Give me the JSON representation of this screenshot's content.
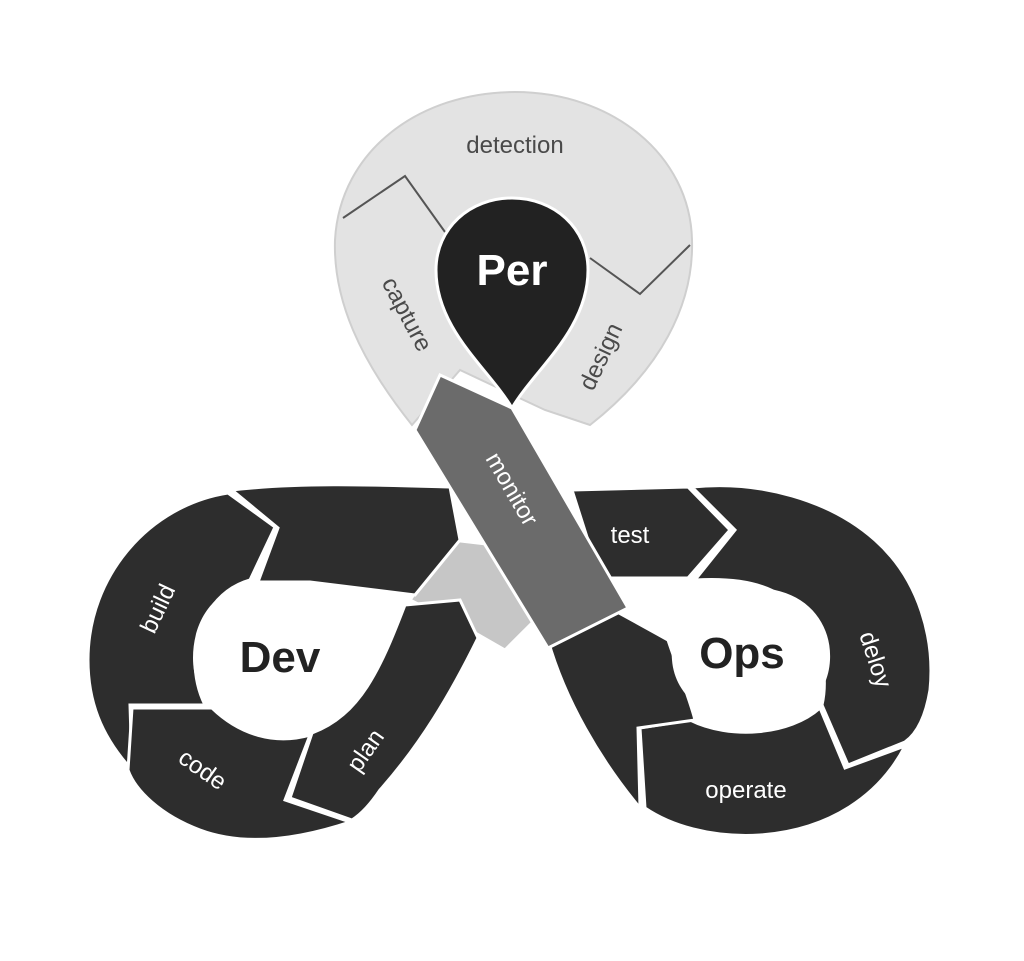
{
  "hubs": {
    "top": "Per",
    "left": "Dev",
    "right": "Ops"
  },
  "top_loop": {
    "detection": "detection",
    "capture": "capture",
    "design": "design"
  },
  "left_loop": {
    "build": "build",
    "code": "code",
    "plan": "plan"
  },
  "right_loop": {
    "test": "test",
    "deploy": "deloy",
    "operate": "operate"
  },
  "center": {
    "monitor": "monitor"
  },
  "colors": {
    "dark_segment": "#2d2d2d",
    "light_segment": "#e3e3e3",
    "ribbon": "#6b6b6b",
    "light_ribbon": "#c6c6c6",
    "background": "#ffffff"
  }
}
